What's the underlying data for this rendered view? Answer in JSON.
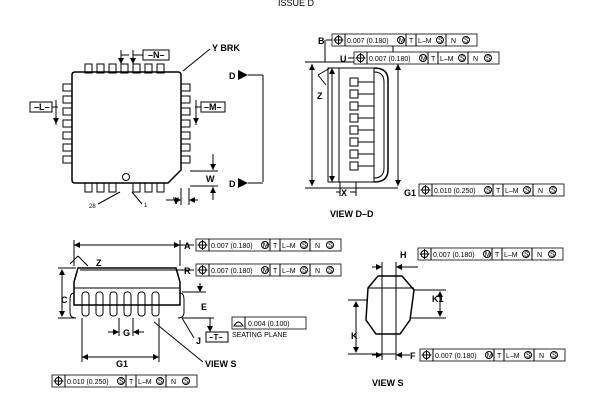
{
  "issue": "ISSUE D",
  "labels": {
    "top_n": "–N–",
    "top_l": "–L–",
    "top_m": "–M–",
    "y_brk": "Y BRK",
    "d": "D",
    "w": "W",
    "v": "V",
    "pin28": "28",
    "pin1": "1",
    "b": "B",
    "u": "U",
    "z": "Z",
    "x": "X",
    "g1": "G1",
    "view_dd": "VIEW D–D",
    "a": "A",
    "r": "R",
    "c": "C",
    "e": "E",
    "g": "G",
    "j": "J",
    "t": "–T–",
    "seating_plane": "SEATING PLANE",
    "flatness": "0.004 (0.100)",
    "view_s_left": "VIEW S",
    "h": "H",
    "k1": "K1",
    "k": "K",
    "f": "F",
    "view_s_right": "VIEW S"
  },
  "fcf": {
    "b": {
      "tol": "0.007 (0.180)",
      "mod": "M",
      "ref1": "T",
      "ref2": "L–M",
      "ref3": "N",
      "ref_mod": "S"
    },
    "u": {
      "tol": "0.007 (0.180)",
      "mod": "M",
      "ref1": "T",
      "ref2": "L–M",
      "ref3": "N",
      "ref_mod": "S"
    },
    "g1_dd": {
      "tol": "0.010 (0.250)",
      "mod": "S",
      "ref1": "T",
      "ref2": "L–M",
      "ref3": "N",
      "ref_mod": "S"
    },
    "a": {
      "tol": "0.007 (0.180)",
      "mod": "M",
      "ref1": "T",
      "ref2": "L–M",
      "ref3": "N",
      "ref_mod": "S"
    },
    "r": {
      "tol": "0.007 (0.180)",
      "mod": "M",
      "ref1": "T",
      "ref2": "L–M",
      "ref3": "N",
      "ref_mod": "S"
    },
    "g1_bottom": {
      "tol": "0.010 (0.250)",
      "mod": "S",
      "ref1": "T",
      "ref2": "L–M",
      "ref3": "N",
      "ref_mod": "S"
    },
    "h": {
      "tol": "0.007 (0.180)",
      "mod": "M",
      "ref1": "T",
      "ref2": "L–M",
      "ref3": "N",
      "ref_mod": "S"
    },
    "f": {
      "tol": "0.007 (0.180)",
      "mod": "M",
      "ref1": "T",
      "ref2": "L–M",
      "ref3": "N",
      "ref_mod": "S"
    }
  }
}
